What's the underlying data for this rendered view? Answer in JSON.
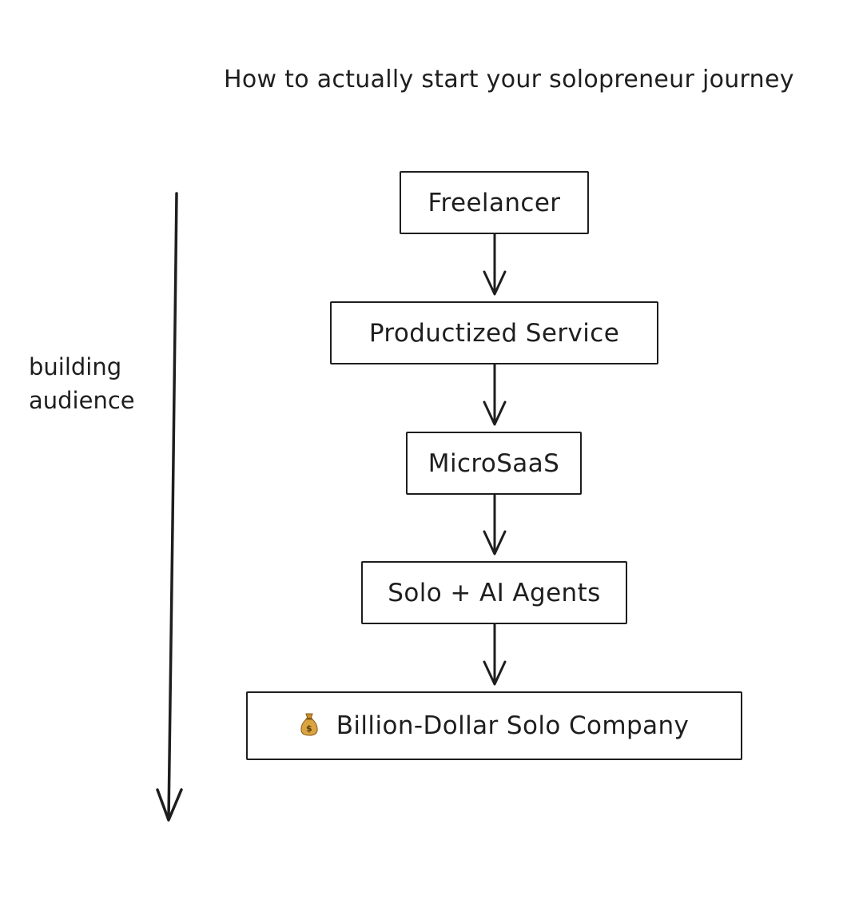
{
  "title": "How to actually start your solopreneur journey",
  "side_label": {
    "line1": "building",
    "line2": "audience"
  },
  "steps": [
    {
      "label": "Freelancer"
    },
    {
      "label": "Productized Service"
    },
    {
      "label": "MicroSaaS"
    },
    {
      "label": "Solo + AI Agents"
    },
    {
      "label": "Billion-Dollar Solo Company",
      "icon": "money-bag-icon"
    }
  ],
  "colors": {
    "stroke": "#1e1e1e",
    "background": "#ffffff",
    "bag_fill": "#d9a441"
  }
}
